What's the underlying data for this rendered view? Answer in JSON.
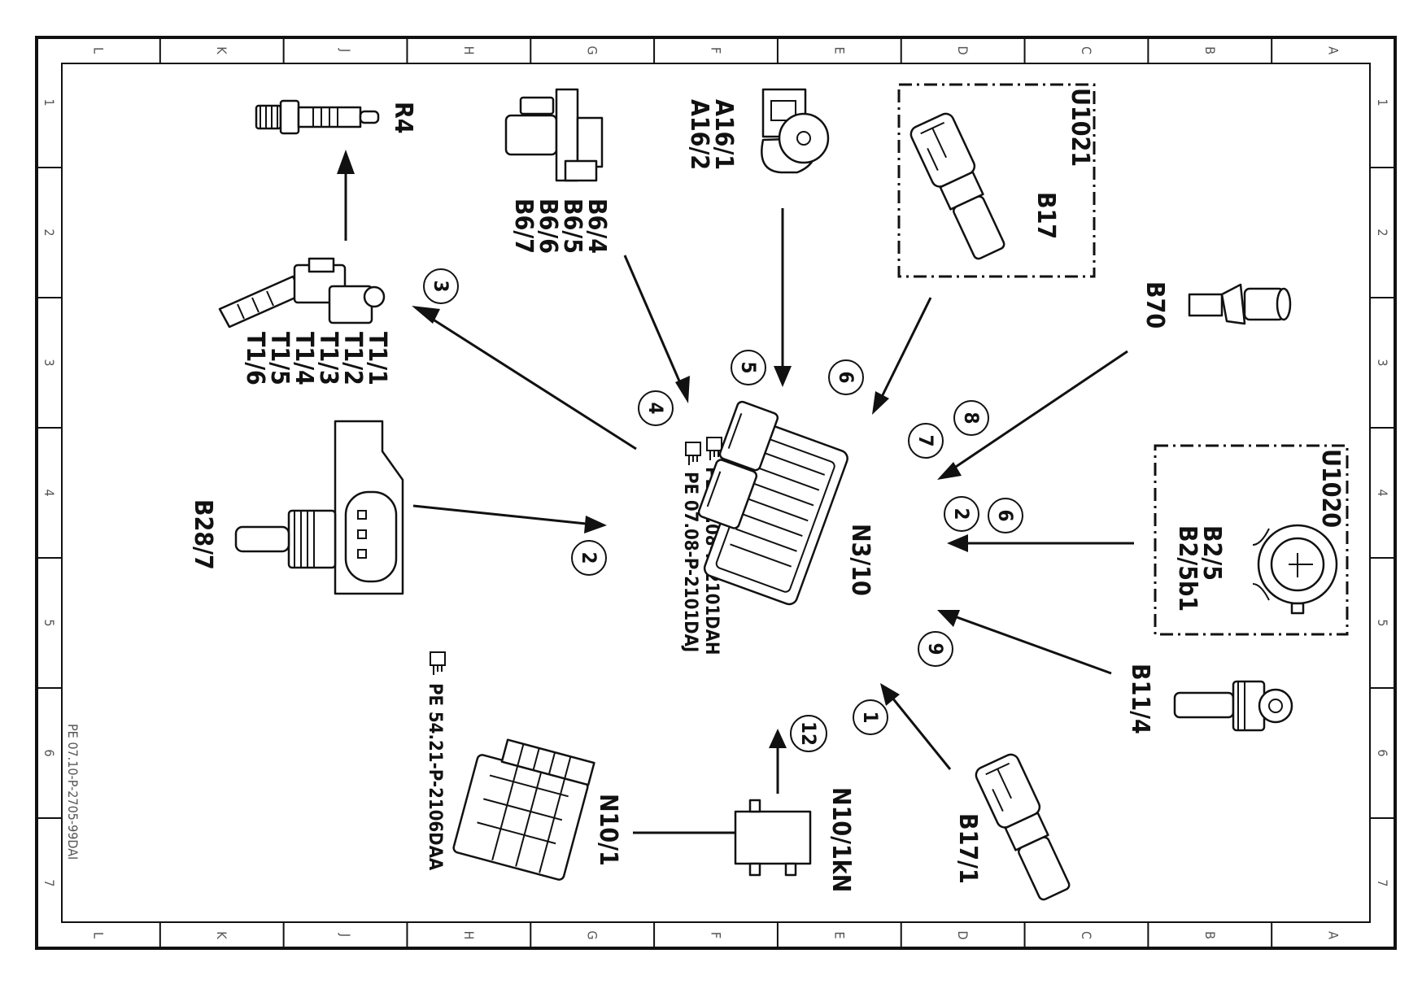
{
  "sheet_id": "PE 07.10-P-2705-99DAI",
  "grid": {
    "columns": [
      "L",
      "K",
      "J",
      "H",
      "G",
      "F",
      "E",
      "D",
      "C",
      "B",
      "A"
    ],
    "rows": [
      "1",
      "2",
      "3",
      "4",
      "5",
      "6",
      "7"
    ]
  },
  "components": {
    "r4": "R4",
    "t1": [
      "T1/1",
      "T1/2",
      "T1/3",
      "T1/4",
      "T1/5",
      "T1/6"
    ],
    "b6": [
      "B6/4",
      "B6/5",
      "B6/6",
      "B6/7"
    ],
    "a16": [
      "A16/1",
      "A16/2"
    ],
    "u1021": "U1021",
    "b17": "B17",
    "b70": "B70",
    "u1020": "U1020",
    "b2": [
      "B2/5",
      "B2/5b1"
    ],
    "b11_4": "B11/4",
    "b17_1": "B17/1",
    "n10_1kn": "N10/1kN",
    "n10_1": "N10/1",
    "b28_7": "B28/7",
    "n3_10": "N3/10"
  },
  "references": {
    "ecu_1": "PE  07.08-P-2101DAH",
    "ecu_2": "PE  07.08-P-2101DAJ",
    "fuse": "PE  54.21-P-2106DAA"
  },
  "arrow_numbers": {
    "n1": "1",
    "n2a": "2",
    "n2b": "2",
    "n3": "3",
    "n4": "4",
    "n5": "5",
    "n6a": "6",
    "n6b": "6",
    "n7": "7",
    "n8": "8",
    "n9": "9",
    "n12": "12"
  }
}
